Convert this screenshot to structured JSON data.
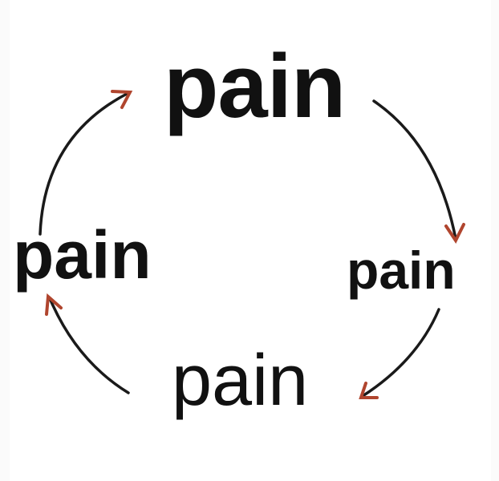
{
  "cycle": {
    "top": "pain",
    "right": "pain",
    "bottom": "pain",
    "left": "pain"
  },
  "colors": {
    "text": "#111111",
    "arrow_line": "#1a1a1a",
    "arrow_head": "#b0452e"
  }
}
